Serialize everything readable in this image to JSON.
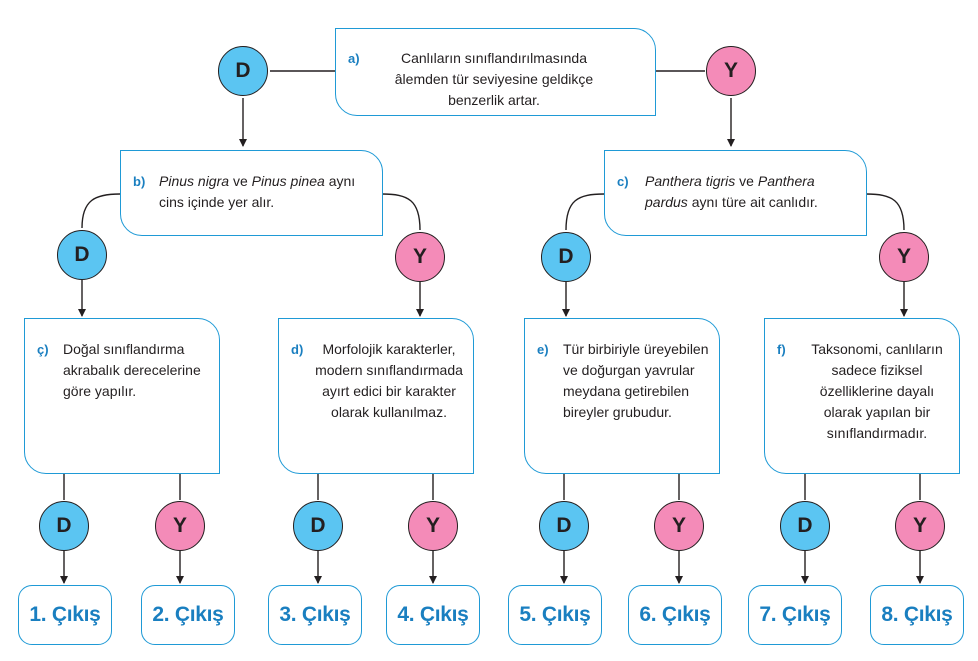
{
  "nodes": {
    "a": {
      "label": "a)",
      "text": "Canlıların sınıflandırılmasında âlemden tür seviyesine geldikçe benzerlik artar."
    },
    "b": {
      "label": "b)",
      "italic1": "Pinus nigra",
      "mid": "ve",
      "italic2": "Pinus pinea",
      "rest": "aynı cins içinde yer alır."
    },
    "c": {
      "label": "c)",
      "italic1": "Panthera tigris",
      "mid": "ve",
      "italic2": "Panthera pardus",
      "rest": "aynı türe ait canlıdır."
    },
    "cc": {
      "label": "ç)",
      "text": "Doğal sınıflandırma akrabalık derecelerine göre yapılır."
    },
    "d": {
      "label": "d)",
      "text": "Morfolojik karakterler, modern sınıflandırmada ayırt edici bir karakter olarak kullanılmaz."
    },
    "e": {
      "label": "e)",
      "text": "Tür birbiriyle üreyebilen ve doğurgan yavrular meydana getirebilen bireyler grubudur."
    },
    "f": {
      "label": "f)",
      "text": "Taksonomi, canlıların sadece fiziksel özelliklerine dayalı olarak yapılan bir sınıflandırmadır."
    }
  },
  "answers": {
    "true": "D",
    "false": "Y"
  },
  "outputs": [
    "1. Çıkış",
    "2. Çıkış",
    "3. Çıkış",
    "4. Çıkış",
    "5. Çıkış",
    "6. Çıkış",
    "7. Çıkış",
    "8. Çıkış"
  ],
  "colors": {
    "true_fill": "#5bc5f2",
    "false_fill": "#f48bb8",
    "border": "#1f9ad6",
    "label": "#1a7fc0"
  }
}
